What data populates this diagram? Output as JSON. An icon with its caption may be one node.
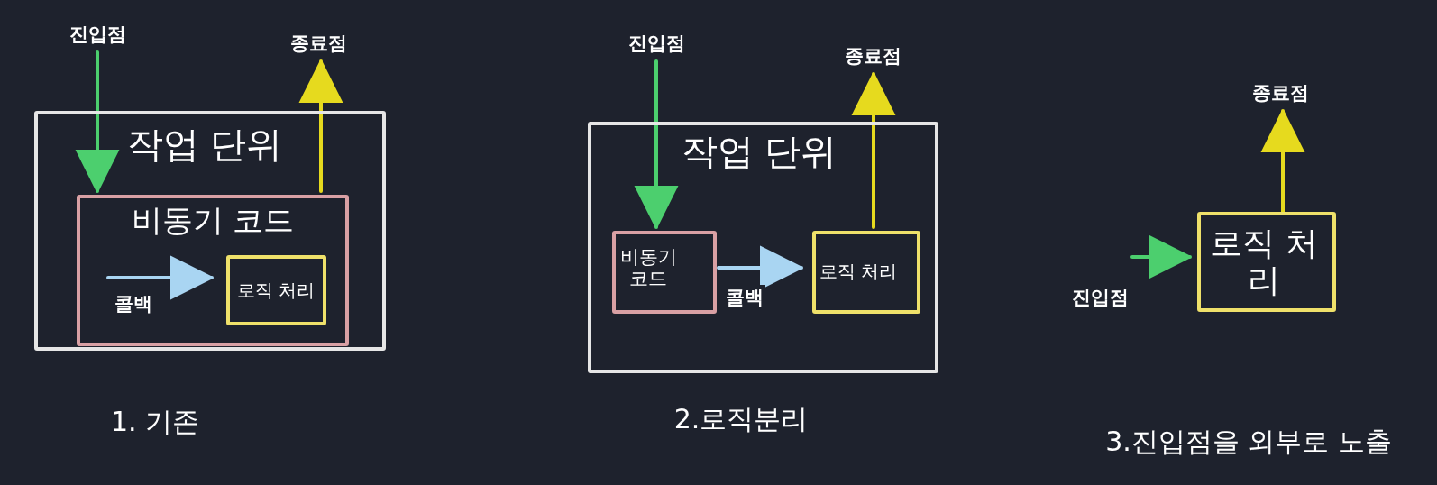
{
  "diagram": {
    "nodes": [
      {
        "text": [
          "작업 단위"
        ]
      },
      {
        "text": [
          "비동기 코드"
        ],
        "in": 0
      },
      {
        "text": [
          "로직 처리"
        ],
        "in": 1
      },
      {
        "text": [
          "진입점"
        ]
      },
      {
        "text": [
          "종료점"
        ]
      },
      {
        "text": [
          "작업 단위"
        ]
      },
      {
        "text": [
          "비동기 코드"
        ],
        "in": 5
      },
      {
        "text": [
          "로직 처리"
        ],
        "in": 5
      },
      {
        "text": [
          "진입점"
        ]
      },
      {
        "text": [
          "종료점"
        ]
      },
      {
        "text": [
          "로직 처리"
        ]
      },
      {
        "text": [
          "진입점"
        ]
      },
      {
        "text": [
          "종료점"
        ]
      }
    ],
    "edges": [
      {
        "from": 3,
        "to": 1,
        "arrow": "to",
        "color": "#4ccf6e"
      },
      {
        "from": null,
        "to": 2,
        "arrow": "to",
        "label": "콜백",
        "color": "#a9d5f2"
      },
      {
        "from": 1,
        "to": 4,
        "arrow": "to",
        "color": "#e6da1e"
      },
      {
        "from": 8,
        "to": 6,
        "arrow": "to",
        "color": "#4ccf6e"
      },
      {
        "from": 6,
        "to": 7,
        "arrow": "to",
        "label": "콜백",
        "color": "#a9d5f2"
      },
      {
        "from": 7,
        "to": 9,
        "arrow": "to",
        "color": "#e6da1e"
      },
      {
        "from": 11,
        "to": 10,
        "arrow": "to",
        "color": "#4ccf6e"
      },
      {
        "from": 10,
        "to": 12,
        "arrow": "to",
        "color": "#e6da1e"
      }
    ],
    "labels": [
      "1. 기존",
      "2.로직분리",
      "3.진입점을 외부로 노출"
    ]
  }
}
